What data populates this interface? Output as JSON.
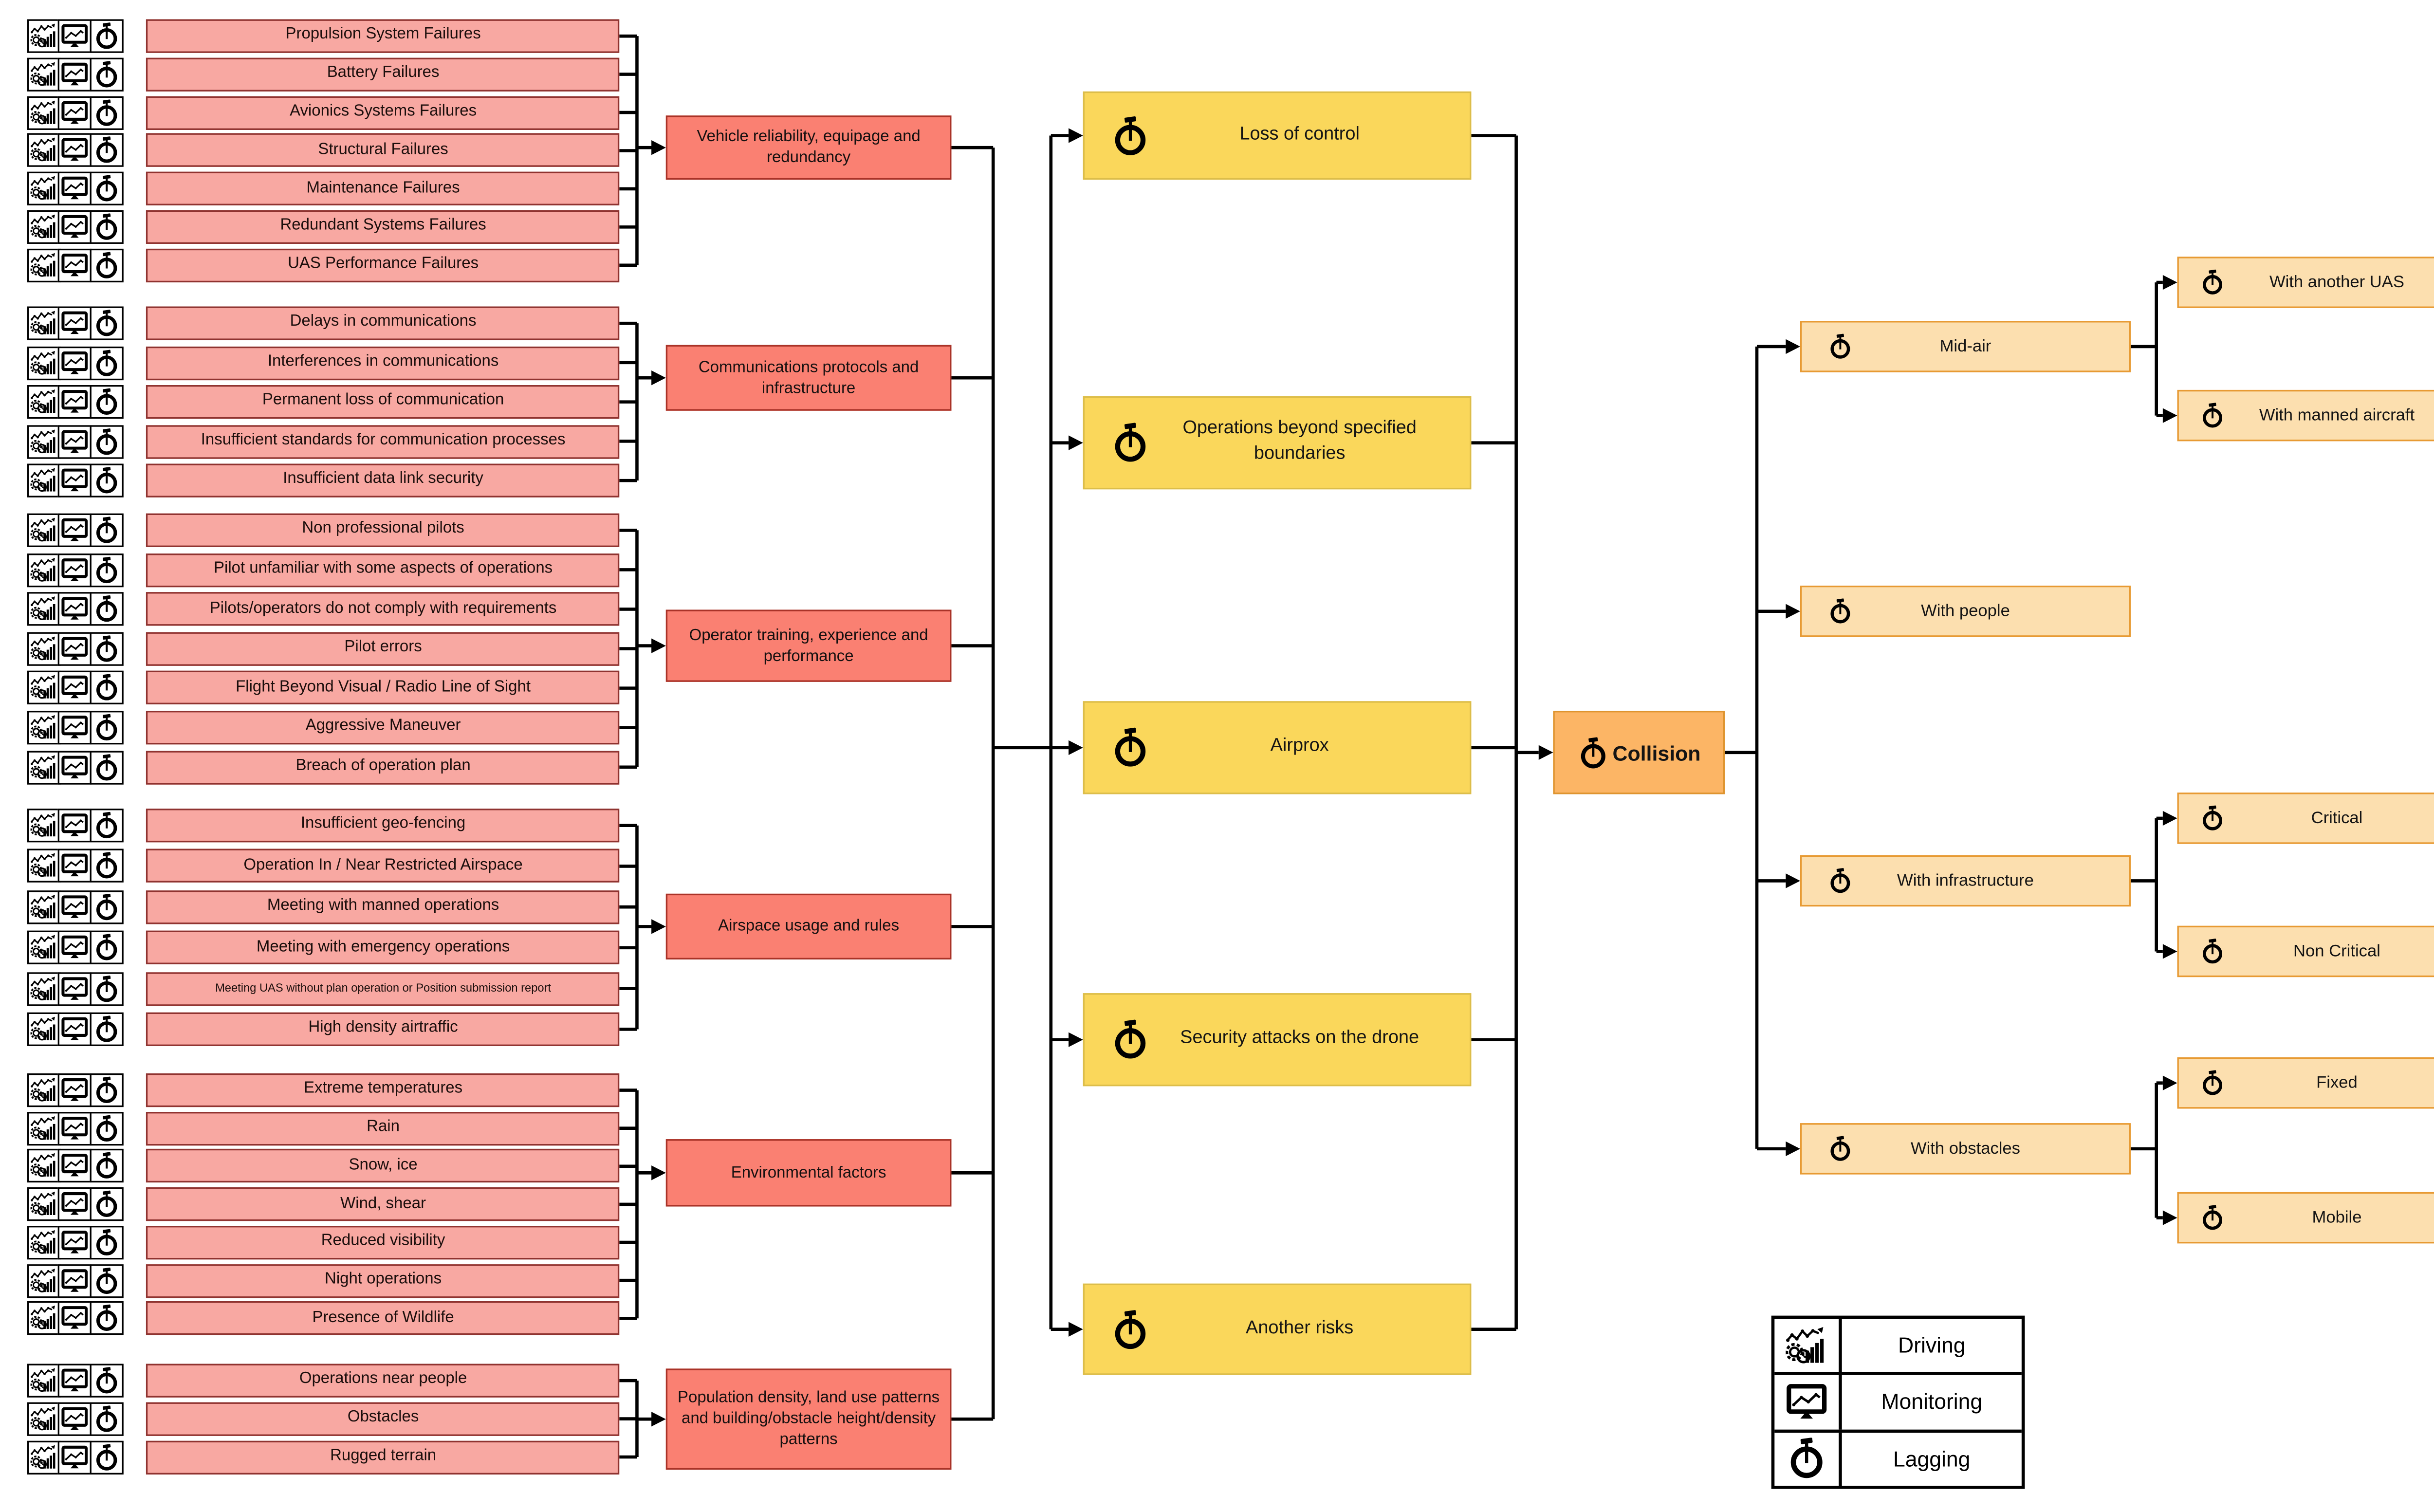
{
  "legend": {
    "rows": [
      {
        "icon": "driving-icon",
        "label": "Driving"
      },
      {
        "icon": "monitoring-icon",
        "label": "Monitoring"
      },
      {
        "icon": "lagging-icon",
        "label": "Lagging"
      }
    ]
  },
  "cause_row_icons": [
    "driving-icon",
    "monitoring-icon",
    "lagging-icon"
  ],
  "groups": [
    {
      "category": {
        "label": "Vehicle reliability, equipage and redundancy"
      },
      "items": [
        {
          "label": "Propulsion System Failures"
        },
        {
          "label": "Battery Failures"
        },
        {
          "label": "Avionics Systems Failures"
        },
        {
          "label": "Structural Failures"
        },
        {
          "label": "Maintenance Failures"
        },
        {
          "label": "Redundant Systems Failures"
        },
        {
          "label": "UAS Performance Failures"
        }
      ]
    },
    {
      "category": {
        "label": "Communications protocols and infrastructure"
      },
      "items": [
        {
          "label": "Delays in communications"
        },
        {
          "label": "Interferences in communications"
        },
        {
          "label": "Permanent loss of communication"
        },
        {
          "label": "Insufficient standards for communication processes"
        },
        {
          "label": "Insufficient data link security"
        }
      ]
    },
    {
      "category": {
        "label": "Operator training, experience and performance"
      },
      "items": [
        {
          "label": "Non professional pilots"
        },
        {
          "label": "Pilot unfamiliar with some aspects of operations"
        },
        {
          "label": "Pilots/operators do not comply with requirements"
        },
        {
          "label": "Pilot errors"
        },
        {
          "label": "Flight Beyond Visual / Radio Line of Sight"
        },
        {
          "label": "Aggressive Maneuver"
        },
        {
          "label": "Breach of operation plan"
        }
      ]
    },
    {
      "category": {
        "label": "Airspace usage and rules"
      },
      "items": [
        {
          "label": "Insufficient geo-fencing"
        },
        {
          "label": "Operation In / Near Restricted Airspace"
        },
        {
          "label": "Meeting with manned operations"
        },
        {
          "label": "Meeting with emergency operations"
        },
        {
          "label": "Meeting UAS without plan operation or Position submission report"
        },
        {
          "label": "High density airtraffic"
        }
      ]
    },
    {
      "category": {
        "label": "Environmental factors"
      },
      "items": [
        {
          "label": "Extreme temperatures"
        },
        {
          "label": "Rain"
        },
        {
          "label": "Snow, ice"
        },
        {
          "label": "Wind, shear"
        },
        {
          "label": "Reduced visibility"
        },
        {
          "label": "Night operations"
        },
        {
          "label": "Presence of Wildlife"
        }
      ]
    },
    {
      "category": {
        "label": "Population density, land use patterns and building/obstacle height/density  patterns"
      },
      "items": [
        {
          "label": "Operations near people"
        },
        {
          "label": "Obstacles"
        },
        {
          "label": "Rugged terrain"
        }
      ]
    }
  ],
  "risks": [
    {
      "label": "Loss of control"
    },
    {
      "label": "Operations beyond specified boundaries"
    },
    {
      "label": "Airprox"
    },
    {
      "label": "Security attacks on the drone"
    },
    {
      "label": "Another risks"
    }
  ],
  "collision": {
    "label": "Collision"
  },
  "outcomes": [
    {
      "label": "Mid-air",
      "children": [
        {
          "label": "With another UAS"
        },
        {
          "label": "With manned aircraft"
        }
      ]
    },
    {
      "label": "With people",
      "children": []
    },
    {
      "label": "With infrastructure",
      "children": [
        {
          "label": "Critical"
        },
        {
          "label": "Non Critical"
        }
      ]
    },
    {
      "label": "With obstacles",
      "children": [
        {
          "label": "Fixed"
        },
        {
          "label": "Mobile"
        }
      ]
    }
  ],
  "colors": {
    "cause_fill": "#F8A8A2",
    "cause_border": "#8F3330",
    "category_fill": "#FA8072",
    "category_border": "#A93328",
    "risk_fill": "#FAD75B",
    "risk_border": "#DCBD4A",
    "collision_fill": "#FCB565",
    "collision_border": "#DE942F",
    "outcome_fill": "#FCDFAF",
    "outcome_border": "#E79A33",
    "line": "#000000"
  }
}
